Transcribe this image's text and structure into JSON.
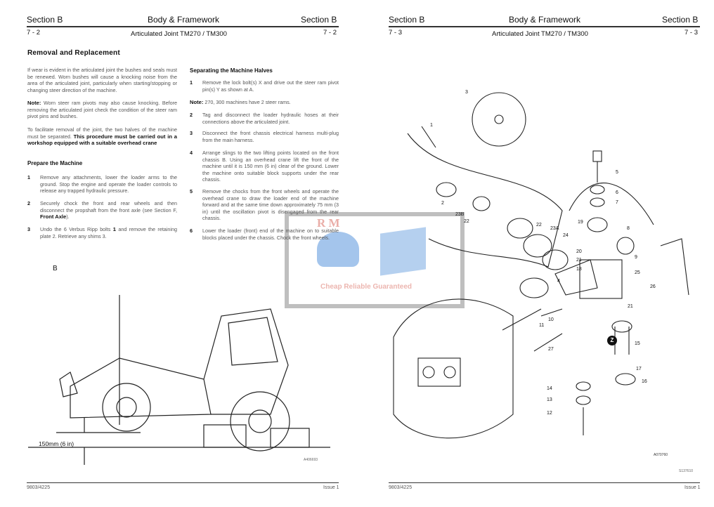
{
  "left_page": {
    "header": {
      "section_left": "Section B",
      "title": "Body & Framework",
      "section_right": "Section B",
      "page_left": "7 - 2",
      "subtitle": "Articulated Joint TM270 / TM300",
      "page_right": "7 - 2"
    },
    "heading": "Removal and Replacement",
    "para1": "If wear is evident in the articulated joint the bushes and seals must be renewed. Worn bushes will cause a knocking noise from the area of the articulated joint, particularly when starting/stopping or changing steer direction of the machine.",
    "note_label": "Note:",
    "note_text": " Worn steer ram pivots may also cause knocking. Before removing the articulated joint check the condition of the steer ram pivot pins and bushes.",
    "para3": "To facilitate removal of the joint, the two halves of the machine must be separated. ",
    "para3_bold": "This procedure must be carried out in a workshop equipped with a suitable overhead crane",
    "prepare_heading": "Prepare the Machine",
    "prepare_steps": [
      {
        "n": "1",
        "text": "Remove any attachments, lower the loader arms to the ground. Stop the engine and operate the loader controls to release any trapped hydraulic pressure."
      },
      {
        "n": "2",
        "text": "Securely chock the front and rear wheels and then disconnect the propshaft from the front axle (see Section F, ",
        "bold": "Front Axle",
        "tail": ")."
      },
      {
        "n": "3",
        "text": "Undo the 6 Verbus Ripp bolts ",
        "bold": "1",
        "tail": " and remove the retaining plate 2. Retrieve any shims 3."
      }
    ],
    "separating_heading": "Separating the Machine Halves",
    "sep_step1": {
      "n": "1",
      "text": "Remove the lock bolt(s) X and drive out the steer ram pivot pin(s) Y as shown at A."
    },
    "sep_note_label": "Note:",
    "sep_note_text": " 270, 300 machines have 2 steer rams.",
    "sep_steps": [
      {
        "n": "2",
        "text": "Tag and disconnect the loader hydraulic hoses at their connections above the articulated joint."
      },
      {
        "n": "3",
        "text": "Disconnect the front chassis electrical harness multi-plug from the main harness."
      },
      {
        "n": "4",
        "text": "Arrange slings to the two lifting points located on the front chassis B. Using an overhead crane lift the front of the machine until it is 150 mm (6 in) clear of the ground. Lower the machine onto suitable block supports under the rear chassis."
      },
      {
        "n": "5",
        "text": "Remove the chocks from the front wheels and operate the overhead crane to draw the loader end of the machine forward and at the same time down approximately 75 mm (3 in) until the oscillation pivot is disengaged from the rear chassis."
      },
      {
        "n": "6",
        "text": "Lower the loader (front) end of the machine on to suitable blocks placed under the chassis. Chock the front wheels."
      }
    ],
    "figure_label": "B",
    "dimension": "150mm (6 in)",
    "figure_ref": "A406693",
    "footer_left": "9803/4225",
    "footer_right": "Issue 1"
  },
  "right_page": {
    "header": {
      "section_left": "Section B",
      "title": "Body & Framework",
      "section_right": "Section B",
      "page_left": "7 - 3",
      "subtitle": "Articulated Joint TM270 / TM300",
      "page_right": "7 - 3"
    },
    "callouts": [
      "3",
      "1",
      "2",
      "23B",
      "22",
      "22",
      "23A",
      "24",
      "19",
      "20",
      "21",
      "18",
      "5",
      "6",
      "7",
      "8",
      "9",
      "25",
      "26",
      "4",
      "10",
      "11",
      "27",
      "Z",
      "15",
      "17",
      "16",
      "14",
      "13",
      "12",
      "21"
    ],
    "figure_ref": "A070760",
    "figure_ref2": "S137610",
    "footer_left": "9803/4225",
    "footer_right": "Issue 1"
  },
  "watermark": {
    "letters": "R M",
    "tagline": "Cheap Reliable Guaranteed"
  }
}
